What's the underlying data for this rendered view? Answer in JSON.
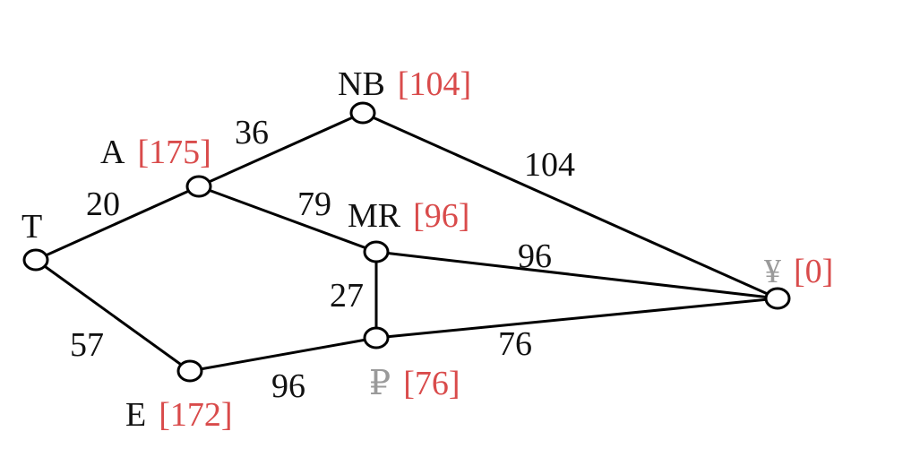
{
  "graph": {
    "nodes": [
      {
        "id": "T",
        "name": "T",
        "dist": ""
      },
      {
        "id": "A",
        "name": "A",
        "dist": "[175]"
      },
      {
        "id": "NB",
        "name": "NB",
        "dist": "[104]"
      },
      {
        "id": "MR",
        "name": "MR",
        "dist": "[96]"
      },
      {
        "id": "E",
        "name": "E",
        "dist": "[172]"
      },
      {
        "id": "P",
        "name": "₽",
        "dist": "[76]"
      },
      {
        "id": "Y",
        "name": "¥",
        "dist": "[0]"
      }
    ],
    "edges": [
      {
        "from": "T",
        "to": "A",
        "weight": "20"
      },
      {
        "from": "A",
        "to": "NB",
        "weight": "36"
      },
      {
        "from": "NB",
        "to": "Y",
        "weight": "104"
      },
      {
        "from": "A",
        "to": "MR",
        "weight": "79"
      },
      {
        "from": "MR",
        "to": "Y",
        "weight": "96"
      },
      {
        "from": "MR",
        "to": "P",
        "weight": "27"
      },
      {
        "from": "T",
        "to": "E",
        "weight": "57"
      },
      {
        "from": "E",
        "to": "P",
        "weight": "96"
      },
      {
        "from": "P",
        "to": "Y",
        "weight": "76"
      }
    ]
  },
  "colors": {
    "distance_label": "#d94b4b",
    "currency_symbol": "#9a9a9a",
    "lines": "#000000"
  }
}
